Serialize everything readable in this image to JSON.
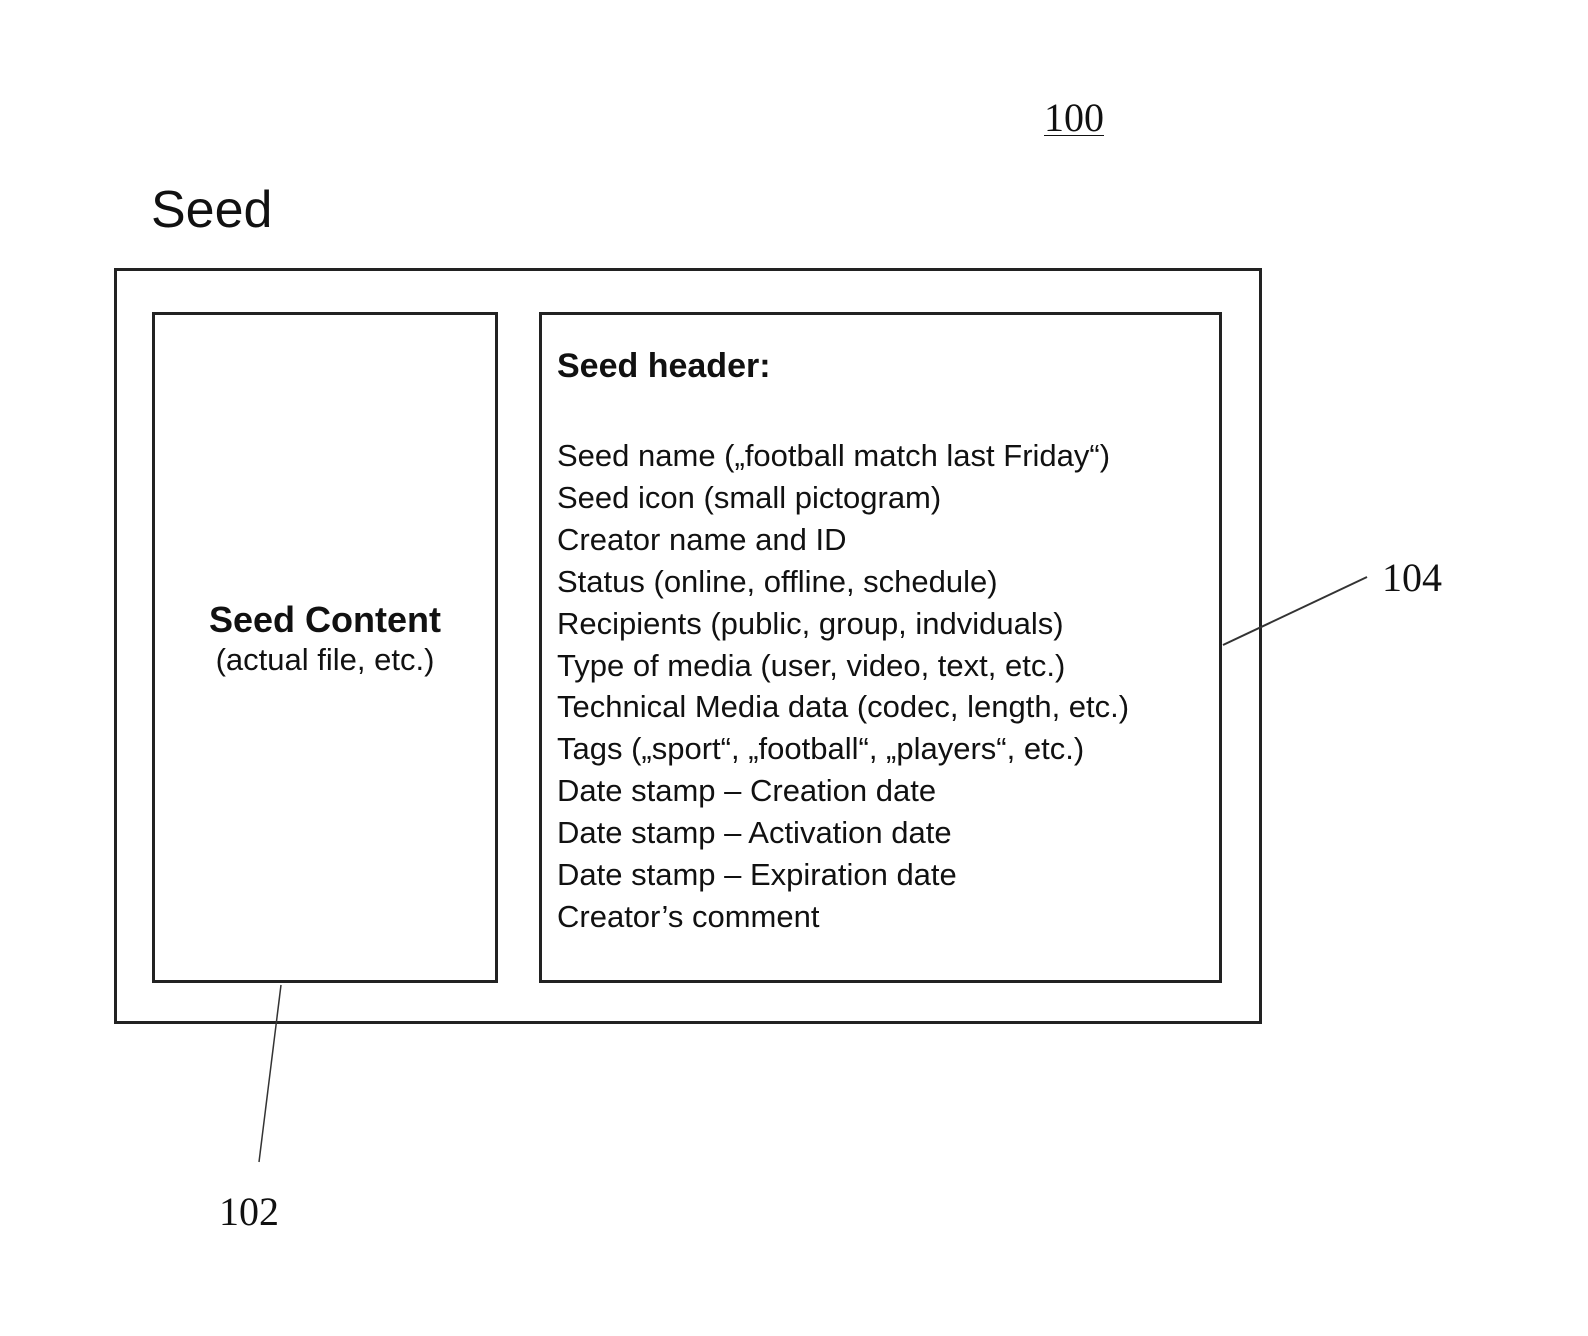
{
  "figure_number": "100",
  "seed_title": "Seed",
  "seed_content": {
    "title": "Seed Content",
    "subtitle": "(actual file, etc.)"
  },
  "seed_header": {
    "title": "Seed header:",
    "items": [
      "Seed name („football match last Friday“)",
      "Seed icon (small pictogram)",
      "Creator name and ID",
      "Status (online, offline, schedule)",
      "Recipients (public, group, indviduals)",
      "Type of media (user, video, text, etc.)",
      "Technical Media data (codec, length, etc.)",
      "Tags („sport“, „football“, „players“, etc.)",
      "Date stamp – Creation date",
      "Date stamp – Activation date",
      "Date stamp – Expiration date",
      "Creator’s comment"
    ]
  },
  "reference_labels": {
    "content_ref": "102",
    "header_ref": "104"
  }
}
